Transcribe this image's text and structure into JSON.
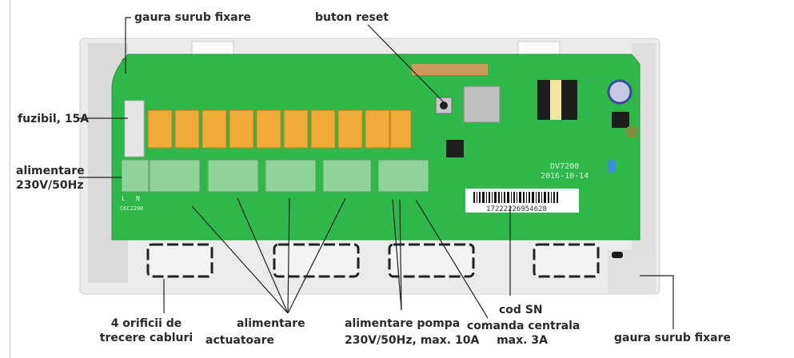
{
  "diagram": {
    "subject": "PCB controller board in plastic enclosure (annotated photo)",
    "labels": {
      "screw_hole_top": "gaura surub fixare",
      "reset_button": "buton reset",
      "fuse": "fuzibil, 15A",
      "power_line1": "alimentare",
      "power_line2": "230V/50Hz",
      "cable_holes_line1": "4 orificii de",
      "cable_holes_line2": "trecere cabluri",
      "actuators_line1": "alimentare",
      "actuators_line2": "actuatoare",
      "pump_line1": "alimentare pompa",
      "pump_line2": "230V/50Hz, max. 10A",
      "serial": "cod SN",
      "central_line1": "comanda centrala",
      "central_line2": "max. 3A",
      "screw_hole_bottom": "gaura surub fixare"
    },
    "pcb_markings": {
      "model": "DV7200",
      "date": "2016-10-14",
      "serial_number": "17222226954628",
      "terminal_marks": [
        "L",
        "N"
      ],
      "board_code": "CKC2200"
    },
    "relay_count": 10,
    "colors": {
      "pcb": "#2fb84a",
      "relay": "#f2a93a",
      "terminal": "#8fd39a",
      "enclosure": "#e9e9e9",
      "label_text": "#2a2a2a"
    }
  }
}
